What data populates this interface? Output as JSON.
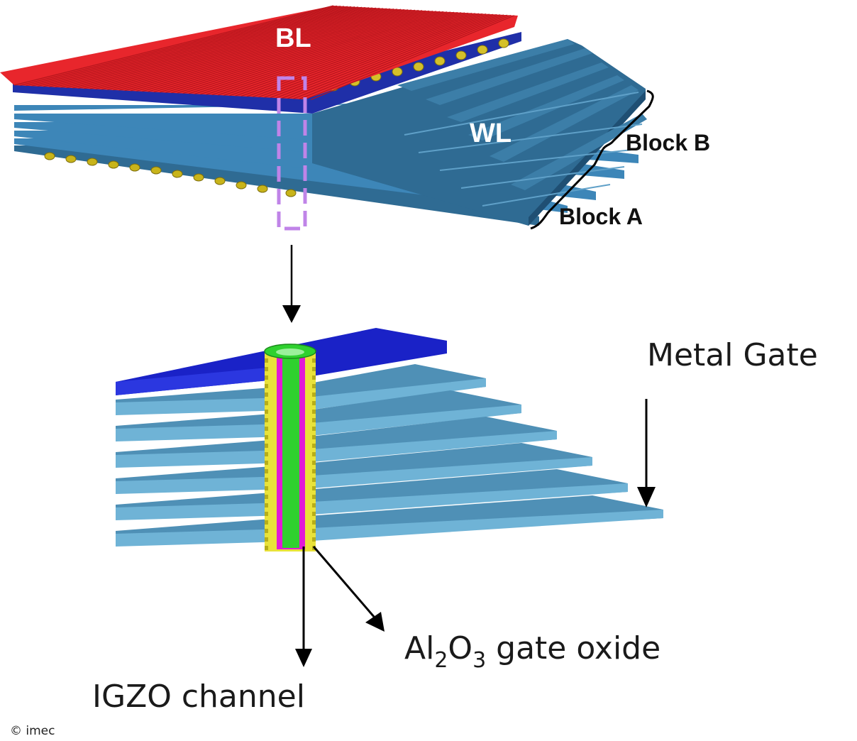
{
  "labels": {
    "bl": "BL",
    "wl": "WL",
    "block_b": "Block B",
    "block_a": "Block A",
    "metal_gate": "Metal Gate",
    "oxide_main": "Al",
    "oxide_sub1": "2",
    "oxide_mid": "O",
    "oxide_sub2": "3",
    "oxide_rest": " gate oxide",
    "channel": "IGZO channel",
    "copyright": "© imec"
  },
  "colors": {
    "bitline": "#e8262c",
    "select_gate": "#1f2fa8",
    "wordline_top": "#2f6b93",
    "wordline_front": "#3d86b8",
    "plate_top": "#4f90b6",
    "plate_front": "#6fb3d6",
    "metal_gate_plate": "#1a22c7",
    "oxide_yellow": "#e9e23a",
    "channel_green": "#2fd12f",
    "channel_magenta": "#e21ad6",
    "highlight_box": "#c084e8",
    "stud_gold": "#c8b41a"
  }
}
